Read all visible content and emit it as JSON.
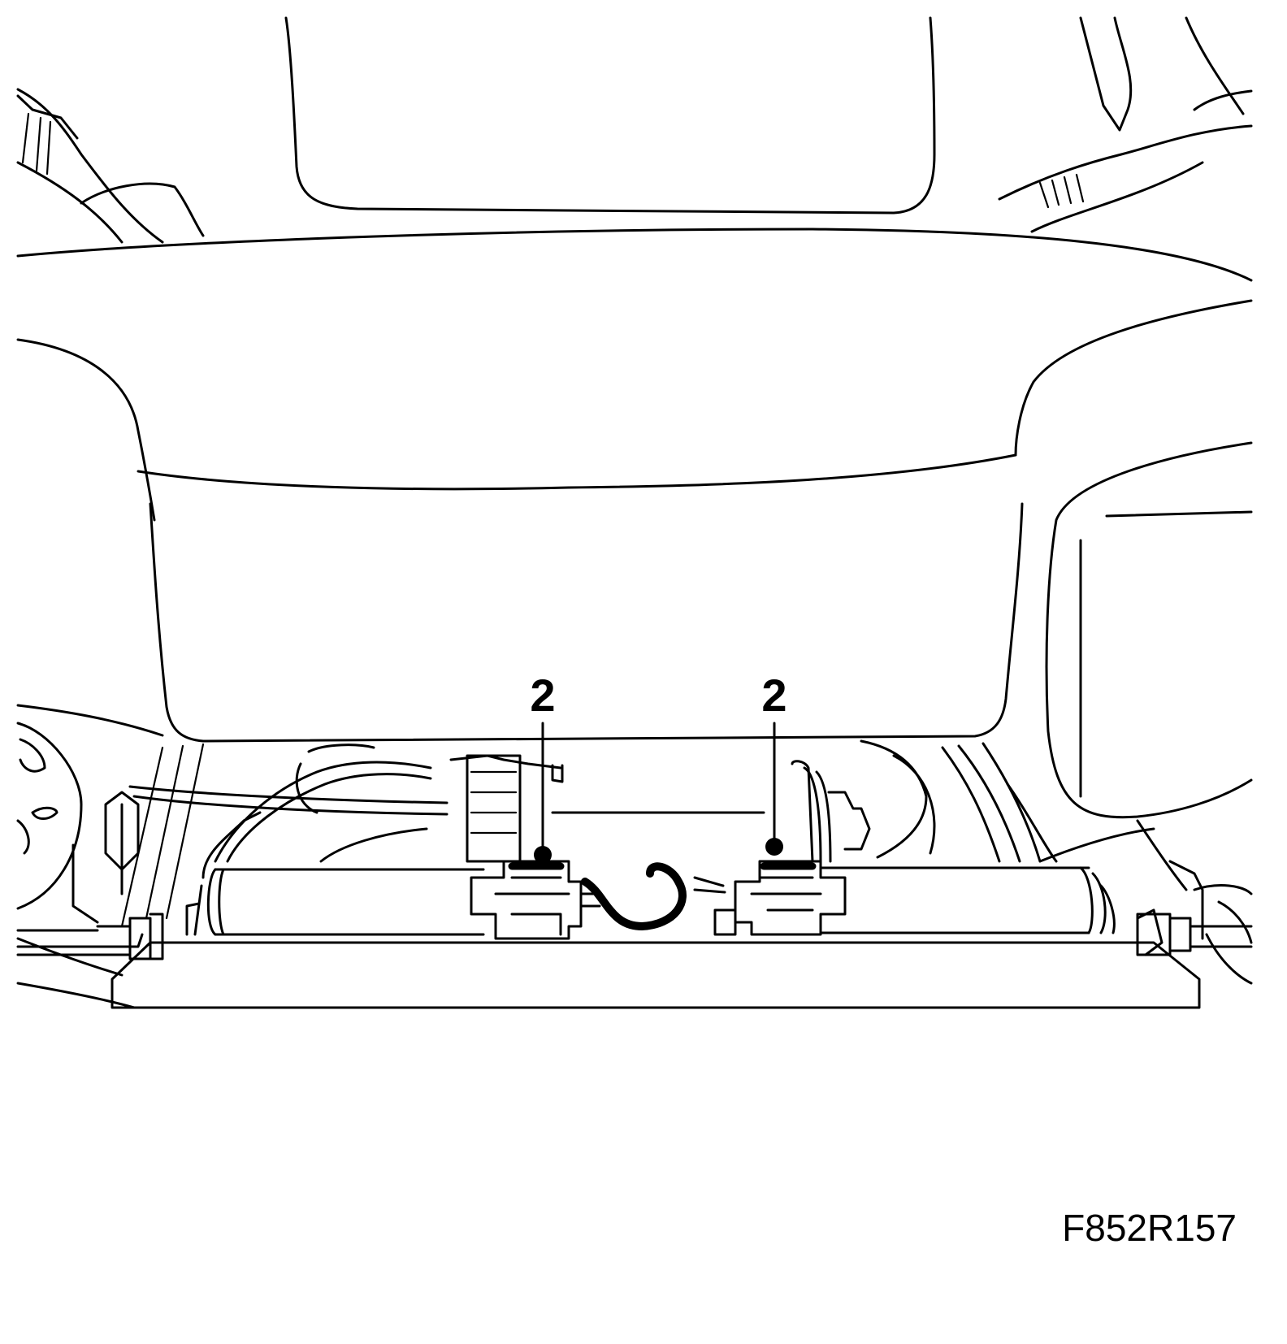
{
  "figure": {
    "callouts": [
      {
        "id": "callout-left",
        "label": "2"
      },
      {
        "id": "callout-right",
        "label": "2"
      }
    ],
    "figure_id": "F852R157",
    "colors": {
      "line": "#000000",
      "background": "#ffffff"
    }
  }
}
